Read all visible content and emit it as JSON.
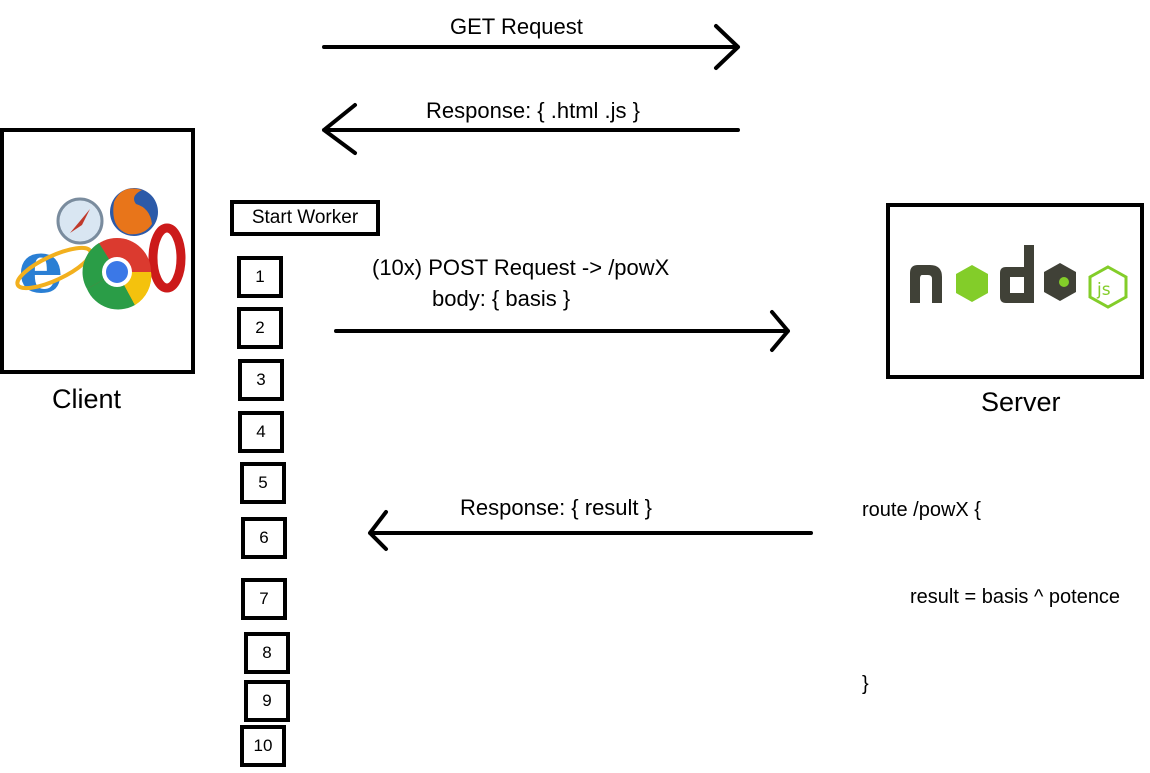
{
  "arrows": {
    "get_request": "GET Request",
    "response_files": "Response: { .html  .js }",
    "post_request_line1": "(10x) POST Request -> /powX",
    "post_request_line2": "body: { basis }",
    "response_result": "Response: { result }"
  },
  "client": {
    "label": "Client",
    "logo": "browser-logos-icon"
  },
  "server": {
    "label": "Server",
    "logo_text": "node js",
    "code": {
      "line1": "route /powX {",
      "line2": "result = basis ^ potence",
      "line3": "}"
    }
  },
  "worker": {
    "start_label": "Start Worker",
    "requests": [
      "1",
      "2",
      "3",
      "4",
      "5",
      "6",
      "7",
      "8",
      "9",
      "10"
    ]
  },
  "colors": {
    "node_dark": "#404137",
    "node_green": "#83cd29"
  }
}
